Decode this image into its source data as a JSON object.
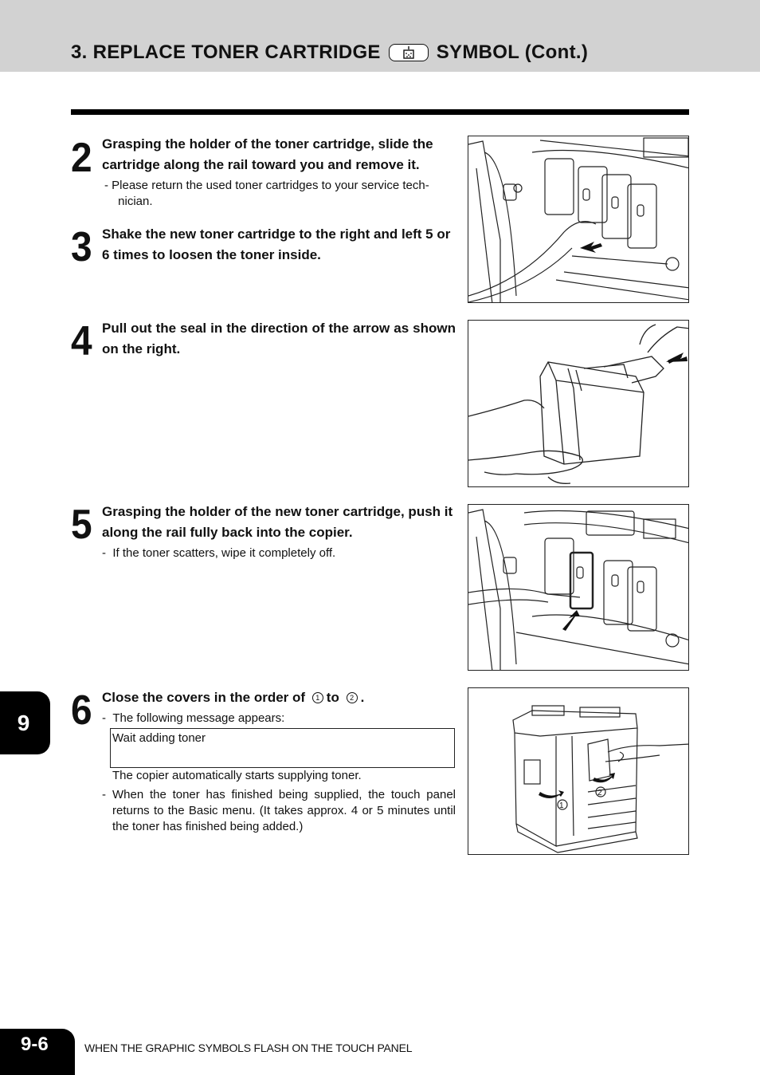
{
  "header": {
    "title_left": "3. REPLACE TONER CARTRIDGE",
    "title_right": "SYMBOL (Cont.)",
    "symbol_icon": "toner-cartridge-icon"
  },
  "steps": [
    {
      "number": "2",
      "text": "Grasping the holder of the toner cartridge, slide the cartridge along the rail toward you and remove it.",
      "notes": [
        "- Please return the used toner cartridges to your service tech- nician."
      ]
    },
    {
      "number": "3",
      "text": "Shake the new toner cartridge to the right and left 5 or 6 times to loosen the toner inside."
    },
    {
      "number": "4",
      "text": "Pull out the seal in the direction of the arrow as shown on the right."
    },
    {
      "number": "5",
      "text": "Grasping the holder of the new toner cartridge, push it along the rail fully back into the copier.",
      "notes": [
        "-  If the toner scatters, wipe it completely off."
      ]
    },
    {
      "number": "6",
      "text_before": "Close the covers in the order of",
      "circled_1": "1",
      "text_mid": "to",
      "circled_2": "2",
      "text_end": ".",
      "note_intro": "-  The following message appears:",
      "message": "Wait adding toner",
      "note_after_message": "The copier automatically starts supplying toner.",
      "note_2": "When the toner has finished being supplied, the touch panel returns to the Basic menu. (It takes approx. 4 or 5 minutes until the toner has finished being added.)",
      "figure_labels": [
        "1",
        "2"
      ]
    }
  ],
  "chapter_tab": "9",
  "footer": {
    "page_number": "9-6",
    "text": "WHEN THE GRAPHIC SYMBOLS FLASH ON THE TOUCH PANEL"
  }
}
